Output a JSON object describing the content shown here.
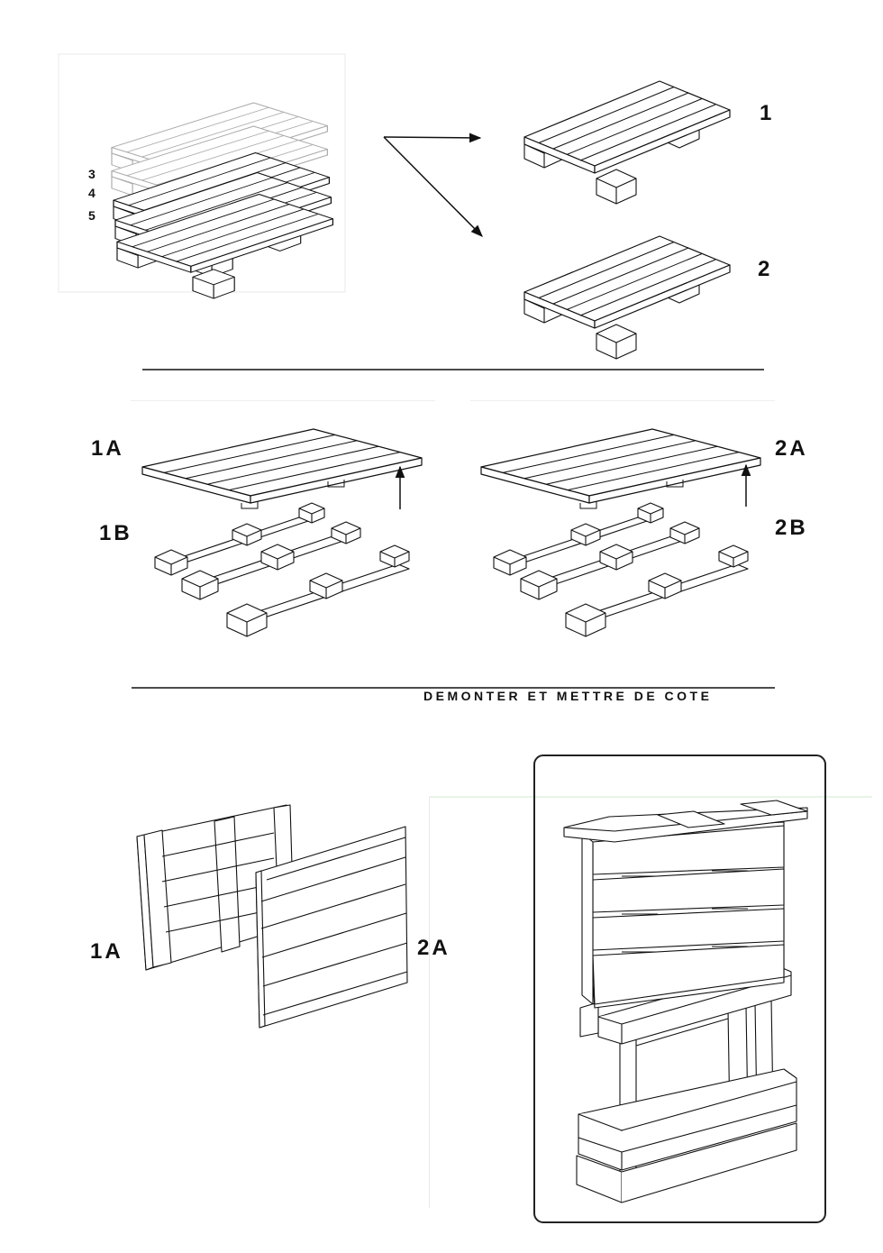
{
  "stack": {
    "layer_labels": [
      "3",
      "4",
      "5"
    ]
  },
  "pallets": {
    "labels": [
      "1",
      "2"
    ]
  },
  "disassembly": {
    "top_a": "1A",
    "base_b": "1B",
    "top_2a": "2A",
    "base_2b": "2B"
  },
  "caption": "DEMONTER ET METTRE DE COTE",
  "assembly": {
    "panel_1a": "1A",
    "panel_2a": "2A"
  },
  "colors": {
    "ink": "#111111",
    "ghost": "#b8b8b8",
    "frame": "#222222",
    "faint_guide": "#cfe8cf"
  }
}
